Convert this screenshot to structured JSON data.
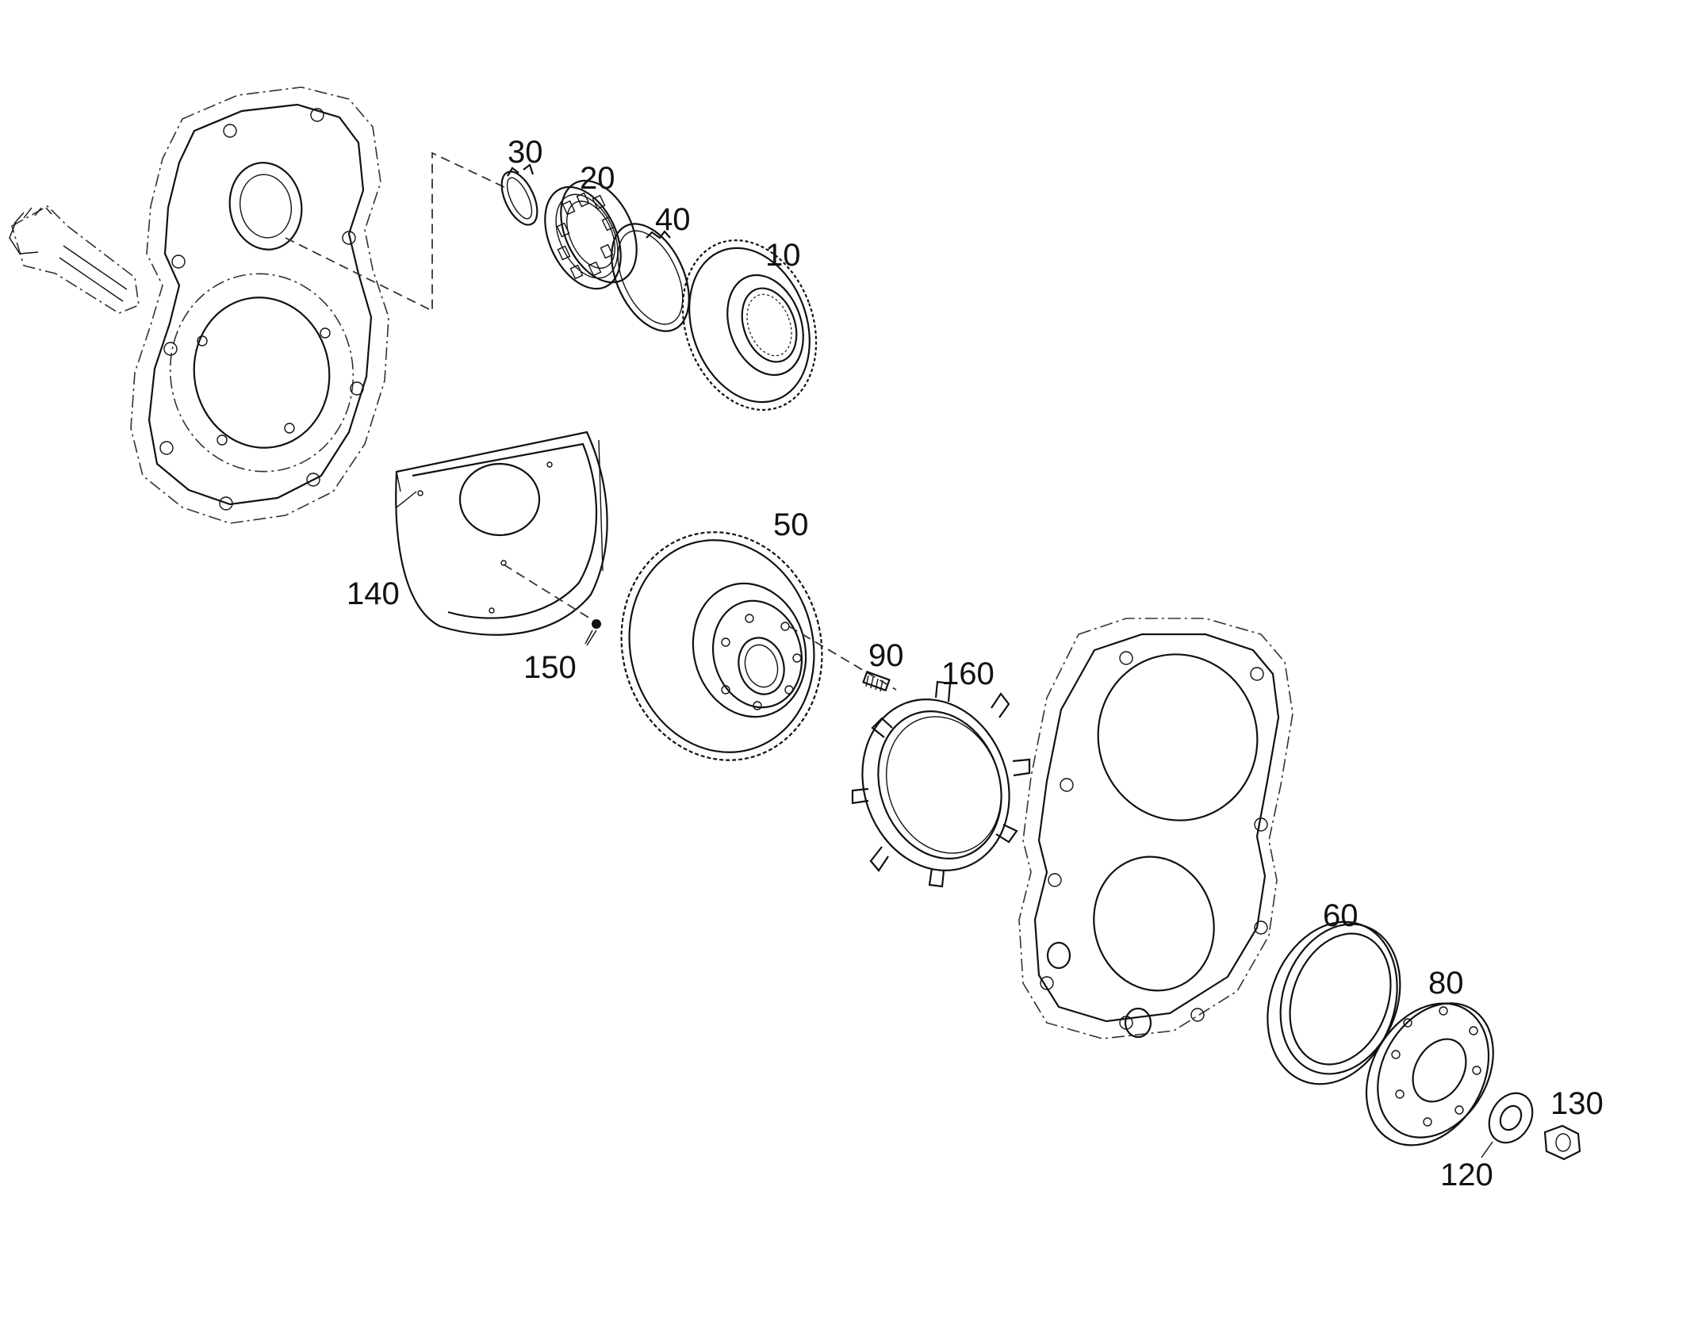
{
  "diagram": {
    "callouts": [
      "10",
      "20",
      "30",
      "40",
      "50",
      "60",
      "80",
      "90",
      "120",
      "130",
      "140",
      "150",
      "160"
    ]
  },
  "colors": {
    "line": "#111111",
    "background": "#ffffff"
  }
}
